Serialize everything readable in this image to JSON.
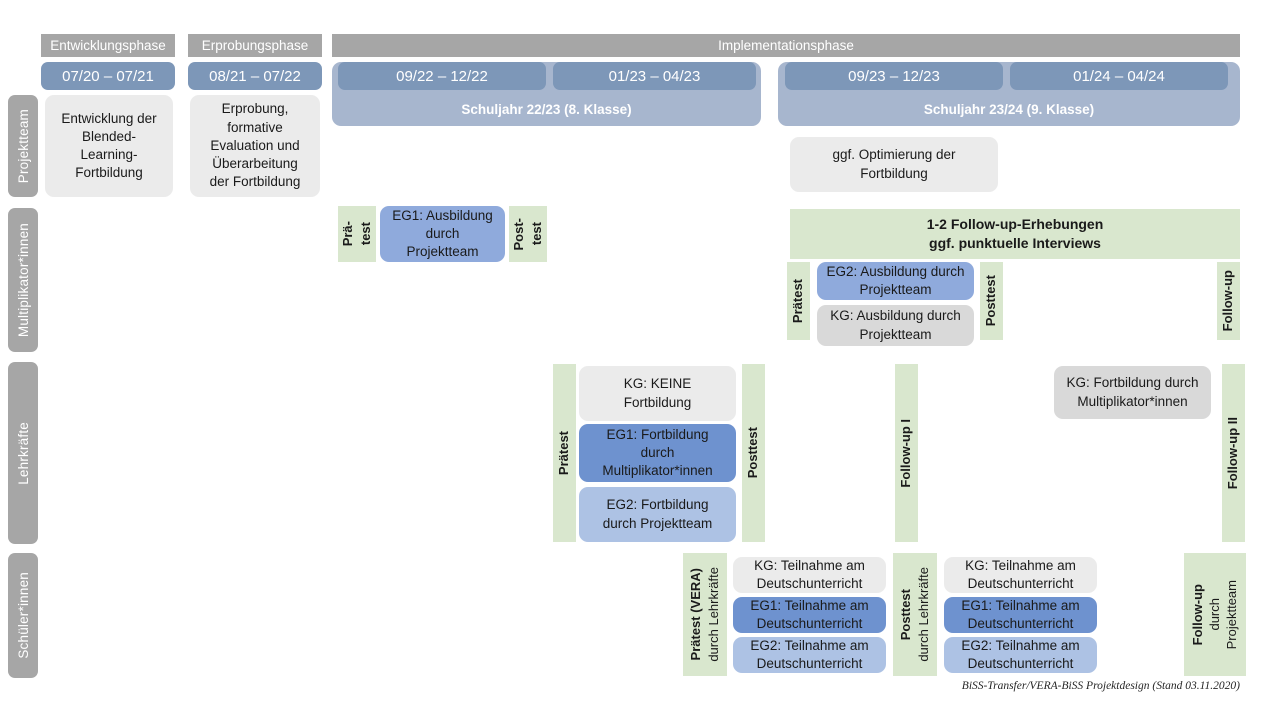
{
  "phases": [
    {
      "label": "Entwicklungsphase"
    },
    {
      "label": "Erprobungsphase"
    },
    {
      "label": "Implementationsphase"
    }
  ],
  "periods": [
    {
      "label": "07/20 – 07/21"
    },
    {
      "label": "08/21 – 07/22"
    },
    {
      "label": "09/22 – 12/22"
    },
    {
      "label": "01/23 – 04/23"
    },
    {
      "label": "09/23 – 12/23"
    },
    {
      "label": "01/24 – 04/24"
    }
  ],
  "school_years": [
    {
      "label": "Schuljahr 22/23 (8. Klasse)"
    },
    {
      "label": "Schuljahr 23/24 (9. Klasse)"
    }
  ],
  "lanes": [
    {
      "label": "Projektteam"
    },
    {
      "label": "Multiplikator*innen"
    },
    {
      "label": "Lehrkräfte"
    },
    {
      "label": "Schüler*innen"
    }
  ],
  "projektteam": {
    "entwicklung": "Entwicklung der\nBlended-\nLearning-\nFortbildung",
    "erprobung": "Erprobung,\nformative\nEvaluation und\nÜberarbeitung\nder Fortbildung",
    "optimierung": "ggf. Optimierung der\nFortbildung"
  },
  "multiplikatoren": {
    "praetest_1_line1": "Prä-",
    "praetest_1_line2": "test",
    "posttest_1_line1": "Post-",
    "posttest_1_line2": "test",
    "eg1_card": "EG1: Ausbildung\ndurch\nProjektteam",
    "followup_banner": "1-2 Follow-up-Erhebungen\nggf. punktuelle Interviews",
    "praetest_2": "Prätest",
    "posttest_2": "Posttest",
    "followup_label": "Follow-up",
    "eg2_card": "EG2:  Ausbildung durch\nProjektteam",
    "kg_card": "KG: Ausbildung durch\nProjektteam"
  },
  "lehrkraefte": {
    "praetest": "Prätest",
    "posttest": "Posttest",
    "followup_1": "Follow-up I",
    "followup_2": "Follow-up II",
    "kg_keine": "KG:  KEINE\nFortbildung",
    "eg1": "EG1: Fortbildung\ndurch\nMultiplikator*innen",
    "eg2": "EG2: Fortbildung\ndurch Projektteam",
    "kg_fortbildung": "KG: Fortbildung durch\nMultiplikator*innen"
  },
  "schuelerinnen": {
    "praetest_bold": "Prätest (VERA)",
    "praetest_sub": "durch Lehrkräfte",
    "posttest_bold": "Posttest",
    "posttest_sub": "durch Lehrkräfte",
    "followup_bold": "Follow-up",
    "followup_sub1": "durch",
    "followup_sub2": "Projektteam",
    "block_a": [
      {
        "label": "KG: Teilnahme am\nDeutschunterricht"
      },
      {
        "label": "EG1: Teilnahme am\nDeutschunterricht"
      },
      {
        "label": "EG2: Teilnahme am\nDeutschunterricht"
      }
    ],
    "block_b": [
      {
        "label": "KG: Teilnahme am\nDeutschunterricht"
      },
      {
        "label": "EG1: Teilnahme am\nDeutschunterricht"
      },
      {
        "label": "EG2: Teilnahme am\nDeutschunterricht"
      }
    ]
  },
  "footer": "BiSS-Transfer/VERA-BiSS Projektdesign (Stand 03.11.2020)",
  "colors": {
    "phase_header": "#a6a6a6",
    "period": "#7d97b8",
    "school_year": "#a7b6ce",
    "lane": "#a6a6a6",
    "green": "#d9e7ce",
    "grey_card": "#ebebeb",
    "grey_card_dark": "#d9d9d9",
    "blue_mid": "#8faadc",
    "blue_light": "#adc2e4",
    "blue_dark": "#6e92cf"
  }
}
